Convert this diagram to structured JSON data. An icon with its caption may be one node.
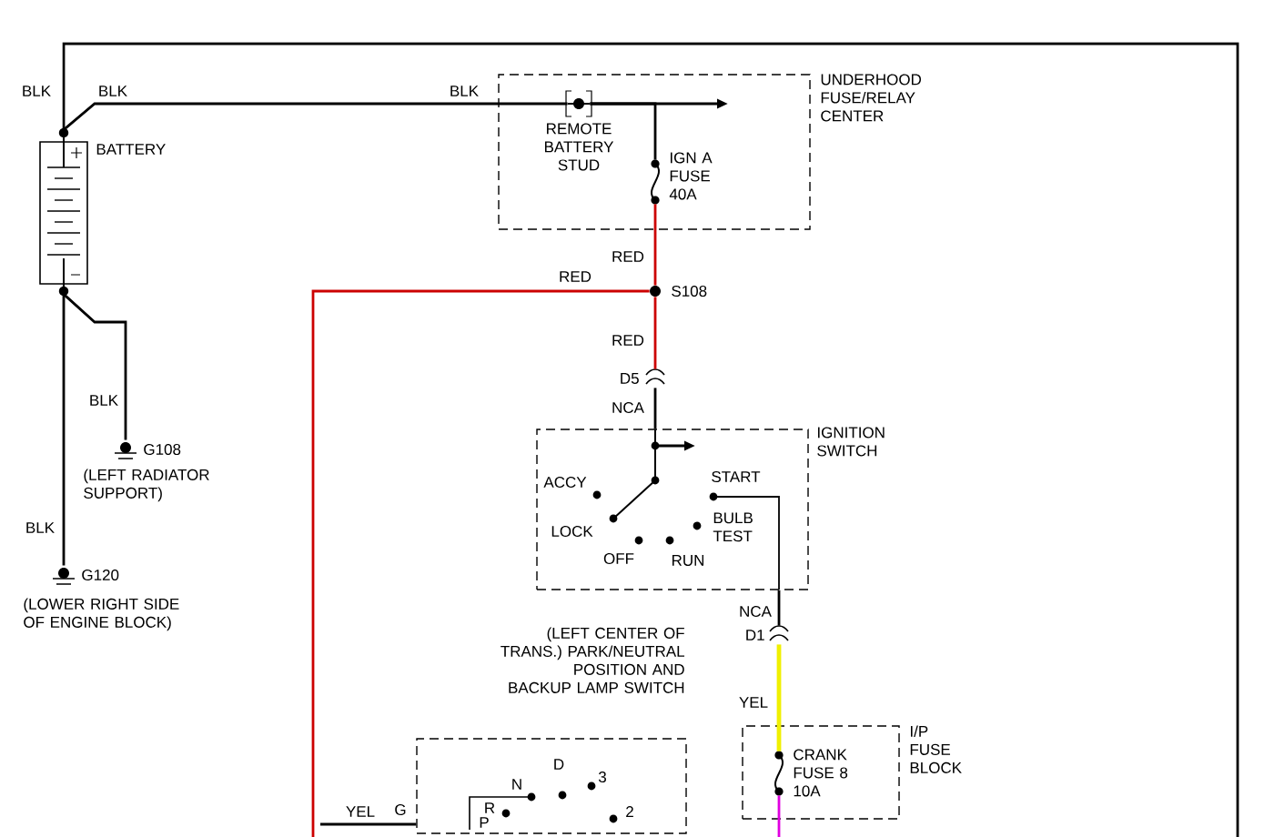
{
  "diagram": {
    "nodes": [
      {
        "text": [
          "UNDERHOOD FUSE/RELAY CENTER"
        ]
      },
      {
        "text": [
          "REMOTE BATTERY STUD"
        ],
        "in": 0
      },
      {
        "text": [
          "IGN A FUSE 40A"
        ],
        "in": 0
      },
      {
        "text": [
          "BATTERY"
        ]
      },
      {
        "text": [
          "G108",
          "(LEFT RADIATOR SUPPORT)"
        ]
      },
      {
        "text": [
          "G120",
          "(LOWER RIGHT SIDE OF ENGINE BLOCK)"
        ]
      },
      {
        "text": [
          "S108"
        ]
      },
      {
        "text": [
          "D5"
        ]
      },
      {
        "text": [
          "IGNITION SWITCH"
        ]
      },
      {
        "text": [
          "D1"
        ]
      },
      {
        "text": [
          "I/P FUSE BLOCK"
        ]
      },
      {
        "text": [
          "CRANK FUSE 8 10A"
        ],
        "in": 10
      },
      {
        "text": [
          "(LEFT CENTER OF TRANS.) PARK/NEUTRAL POSITION AND BACKUP LAMP SWITCH"
        ]
      }
    ],
    "edges": [
      {
        "from": 3,
        "to": null,
        "arrow": "none",
        "label": "BLK"
      },
      {
        "from": 3,
        "to": 1,
        "arrow": "none",
        "label": "BLK"
      },
      {
        "from": 3,
        "to": 4,
        "arrow": "none",
        "label": "BLK"
      },
      {
        "from": 3,
        "to": 5,
        "arrow": "none",
        "label": "BLK"
      },
      {
        "from": 1,
        "to": 2,
        "arrow": "none"
      },
      {
        "from": 1,
        "to": null,
        "arrow": "to"
      },
      {
        "from": 2,
        "to": 6,
        "arrow": "none",
        "label": "RED",
        "color": "#cc0000"
      },
      {
        "from": 6,
        "to": null,
        "arrow": "none",
        "label": "RED",
        "color": "#cc0000"
      },
      {
        "from": 6,
        "to": 7,
        "arrow": "none",
        "label": "RED",
        "color": "#cc0000"
      },
      {
        "from": 7,
        "to": 8,
        "arrow": "none",
        "label": "NCA"
      },
      {
        "from": 8,
        "to": null,
        "arrow": "to"
      },
      {
        "from": 8,
        "to": 9,
        "arrow": "none",
        "label": "NCA"
      },
      {
        "from": 9,
        "to": 11,
        "arrow": "none",
        "label": "YEL",
        "color": "#f0f000"
      },
      {
        "from": 11,
        "to": null,
        "arrow": "none",
        "color": "#e000e0"
      },
      {
        "from": null,
        "to": 12,
        "arrow": "none",
        "label": "YEL"
      }
    ],
    "labels": [
      "BLK",
      "ACCY",
      "START",
      "LOCK",
      "BULB TEST",
      "OFF",
      "RUN",
      "D",
      "N",
      "3",
      "R",
      "2",
      "G",
      "P"
    ]
  }
}
